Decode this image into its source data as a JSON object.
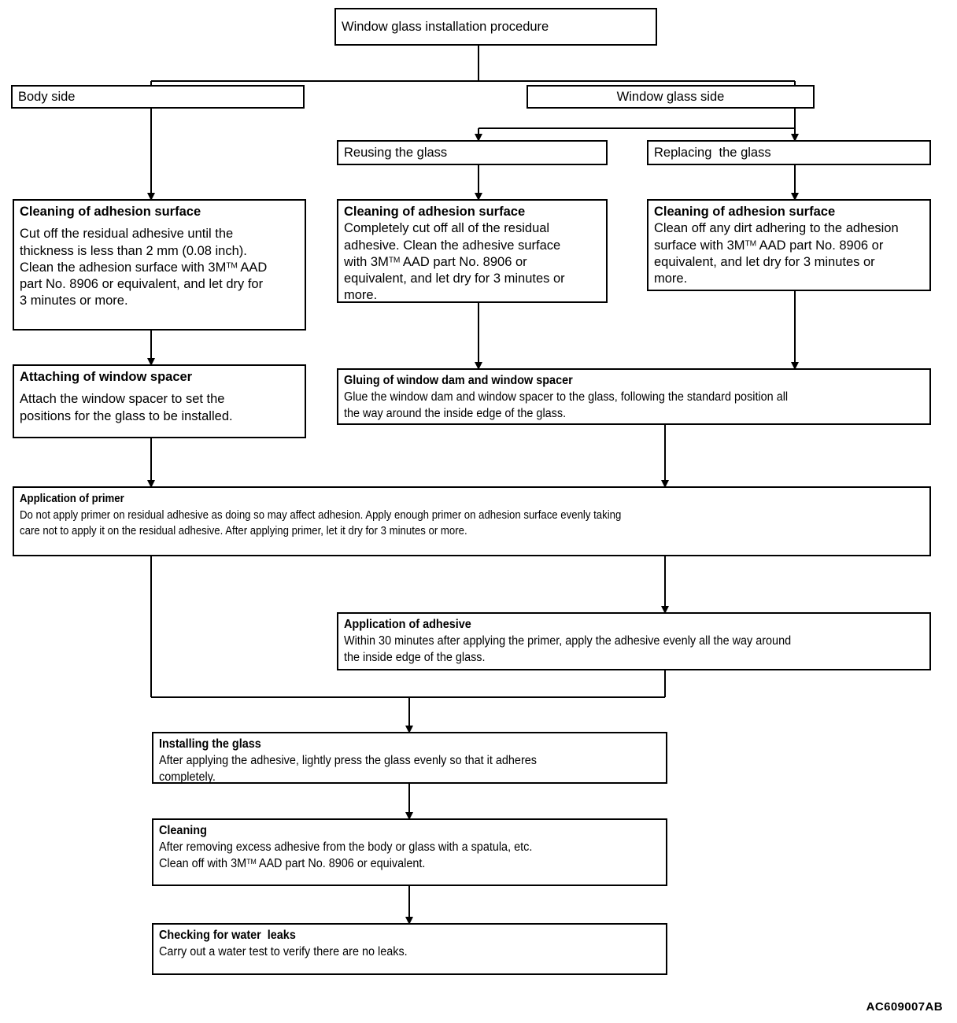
{
  "diagram": {
    "type": "flowchart",
    "title": "Window glass installation procedure",
    "code_label": "AC609007AB",
    "nodes": [
      {
        "id": "title",
        "heading": "",
        "body": "Window glass installation procedure"
      },
      {
        "id": "body-side",
        "heading": "",
        "body": "Body side"
      },
      {
        "id": "window-glass-side",
        "heading": "",
        "body": "Window glass side"
      },
      {
        "id": "reusing-the-glass",
        "heading": "",
        "body": "Reusing the glass"
      },
      {
        "id": "replacing-the-glass",
        "heading": "",
        "body": "Replacing  the glass"
      },
      {
        "id": "cleaning-body-side",
        "heading": "Cleaning of adhesion surface",
        "body": "Cut off the residual adhesive until the\nthickness is less than 2 mm (0.08 inch).\nClean the adhesion surface with 3M™ AAD\npart No. 8906 or equivalent, and let dry for\n3 minutes or more."
      },
      {
        "id": "cleaning-reusing",
        "heading": "Cleaning of adhesion surface",
        "body": "Completely cut off all of the residual\nadhesive. Clean the adhesive surface\nwith 3M™ AAD part No. 8906 or\nequivalent, and let dry for 3 minutes or\nmore."
      },
      {
        "id": "cleaning-replacing",
        "heading": "Cleaning of adhesion surface",
        "body": "Clean off any dirt adhering to the adhesion\nsurface with 3M™ AAD part No. 8906 or\nequivalent, and let dry for 3 minutes or\nmore."
      },
      {
        "id": "attaching-window-spacer",
        "heading": "Attaching of window spacer",
        "body": "Attach the window spacer to set the\npositions for the glass to be installed."
      },
      {
        "id": "gluing-window-dam",
        "heading": "Gluing of window dam and window spacer",
        "body": "Glue the window dam and window spacer to the glass, following the standard position all\nthe way around the inside edge of the glass."
      },
      {
        "id": "application-of-primer",
        "heading": "Application of primer",
        "body": "Do not apply primer on residual adhesive as doing so may affect adhesion. Apply enough primer on adhesion surface evenly taking\ncare not to apply it on the residual adhesive. After applying primer, let it dry for 3 minutes or more."
      },
      {
        "id": "application-of-adhesive",
        "heading": "Application of adhesive",
        "body": "Within 30 minutes after applying the primer, apply the adhesive evenly all the way around\nthe inside edge of the glass."
      },
      {
        "id": "installing-the-glass",
        "heading": "Installing the glass",
        "body": "After applying the adhesive, lightly  press the glass evenly so that it adheres\ncompletely."
      },
      {
        "id": "cleaning",
        "heading": "Cleaning",
        "body": "After removing excess adhesive from the body or glass with a spatula, etc.\nClean off  with 3M™ AAD part No. 8906 or equivalent."
      },
      {
        "id": "checking-water-leaks",
        "heading": "Checking for water  leaks",
        "body": "Carry out a water test to verify there are no leaks."
      }
    ],
    "colors": {
      "line": "#000000",
      "box_border": "#000000",
      "background": "#ffffff",
      "text": "#000000"
    }
  }
}
